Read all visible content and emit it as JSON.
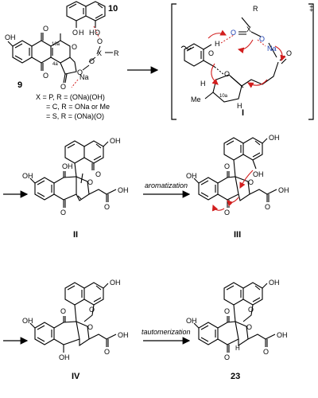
{
  "compound_9": {
    "number": "9",
    "atom_oh": "OH",
    "atom_me": "",
    "locant_10a": "10a",
    "locant_4a": "4a",
    "atom_o_ring": "O",
    "atom_o_carbonyl_quinone_top": "O",
    "atom_o_carbonyl_quinone_bottom": "O",
    "atom_o_ester": "O",
    "atom_o_chain": "O",
    "atom_o_chain2": "O",
    "atom_na": "Na",
    "atom_x": "X",
    "atom_r": "R",
    "atom_o_xo": "O"
  },
  "compound_10": {
    "number": "10",
    "atom_o1": "O",
    "atom_h1": "H",
    "atom_o2": "O",
    "atom_h2": "H"
  },
  "legend": {
    "line1": "X = P, R = (ONa)(OH)",
    "line2": "= C, R = ONa or Me",
    "line3": "= S, R = (ONa)(O)"
  },
  "ts_I": {
    "label": "I",
    "dagger": "‡",
    "atom_r": "R",
    "atom_x": "X",
    "atom_o_top": "O",
    "atom_o_left": "O",
    "atom_o_na": "O",
    "atom_na": "Na",
    "atom_h_bond": "H",
    "atom_o_phenol": "O",
    "atom_o_ring": "O",
    "atom_o_lactone": "O",
    "atom_h_left": "H",
    "atom_me": "Me",
    "atom_h_bottom": "H",
    "locant_10a": "10a",
    "atom_o_tilde": "O"
  },
  "row2": {
    "cmpd_II": "II",
    "cmpd_III": "III",
    "arrow_label": "aromatization",
    "oh_left": "OH",
    "oh_right": "OH",
    "o_top": "O",
    "o_bottom": "O",
    "o_ring": "O",
    "oh_acid": "OH",
    "o_acid": "O",
    "oh_left_b": "OH",
    "oh_right_b": "OH",
    "o_top_b": "O",
    "o_bottom_b": "O",
    "o_ring_b": "O",
    "oh_acid_b": "OH",
    "o_acid_b": "O",
    "oh_naph": "OH",
    "oh_naph_b": "OH",
    "o_dot": "O"
  },
  "row3": {
    "cmpd_IV": "IV",
    "cmpd_23": "23",
    "arrow_label": "tautomerization",
    "oh_left": "OH",
    "o_top": "O",
    "oh_bottom": "OH",
    "o_ring": "O",
    "oh_acid": "OH",
    "o_acid": "O",
    "oh_naph": "OH",
    "o_bridge": "O",
    "oh_left_b": "OH",
    "o_top_b": "O",
    "o_bottom_b": "O",
    "o_ring_b": "O",
    "oh_acid_b": "OH",
    "o_acid_b": "O",
    "oh_naph_b": "OH",
    "o_bridge_b": "O",
    "h_b": "H"
  },
  "colors": {
    "ink": "#000000",
    "blue": "#1c3fb0",
    "arrow_red": "#d21e1e"
  }
}
